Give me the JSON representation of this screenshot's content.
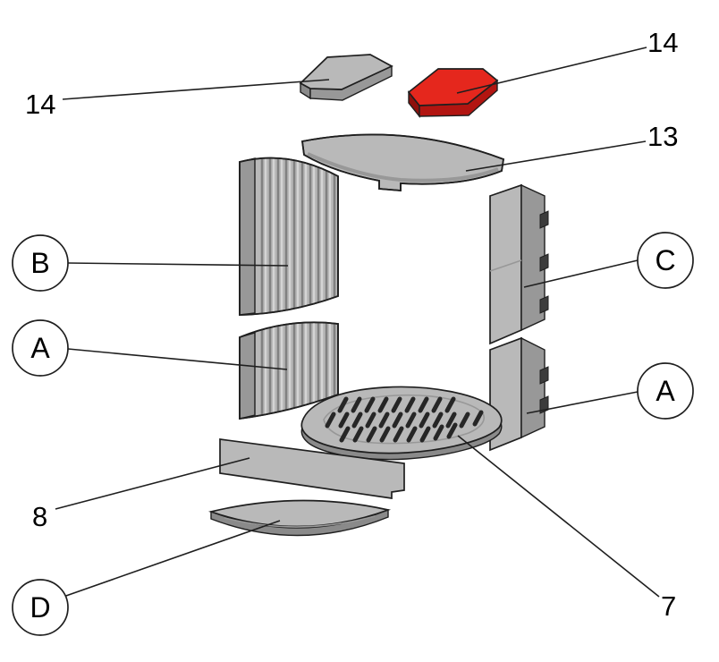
{
  "diagram": {
    "figure_type": "exploded-parts-diagram",
    "background": "#ffffff",
    "colors": {
      "part-fill": "#b9b9b9",
      "part-side": "#989898",
      "part-under": "#8a8a8a",
      "rib-dark": "#818181",
      "rib-light": "#d8d8d8",
      "outline": "#1f1f1f",
      "line": "#1f1f1f",
      "highlight-top": "#e5271d",
      "highlight-front": "#b21511",
      "highlight-side": "#8f100c",
      "slot": "#262626",
      "boss": "#3c3c3c",
      "label": "#000000",
      "circle-fill": "#ffffff"
    },
    "callouts": {
      "n14_left": {
        "label": "14",
        "style": "plain"
      },
      "n14_right": {
        "label": "14",
        "style": "plain"
      },
      "n13": {
        "label": "13",
        "style": "plain"
      },
      "b": {
        "label": "B",
        "style": "circled"
      },
      "a_left": {
        "label": "A",
        "style": "circled"
      },
      "c": {
        "label": "C",
        "style": "circled"
      },
      "a_right": {
        "label": "A",
        "style": "circled"
      },
      "n8": {
        "label": "8",
        "style": "plain"
      },
      "d": {
        "label": "D",
        "style": "circled"
      },
      "n7": {
        "label": "7",
        "style": "plain"
      }
    },
    "parts": [
      {
        "callout": "14",
        "position": "top-left",
        "highlighted": false
      },
      {
        "callout": "14",
        "position": "top-right",
        "highlighted": true
      },
      {
        "callout": "13",
        "position": "upper-front",
        "highlighted": false
      },
      {
        "callout": "B",
        "position": "left-upper",
        "highlighted": false
      },
      {
        "callout": "A",
        "position": "left-lower",
        "highlighted": false
      },
      {
        "callout": "C",
        "position": "right-upper",
        "highlighted": false
      },
      {
        "callout": "A",
        "position": "right-lower",
        "highlighted": false
      },
      {
        "callout": "7",
        "position": "center-grate",
        "highlighted": false
      },
      {
        "callout": "8",
        "position": "front-lower",
        "highlighted": false
      },
      {
        "callout": "D",
        "position": "base-front",
        "highlighted": false
      }
    ]
  }
}
